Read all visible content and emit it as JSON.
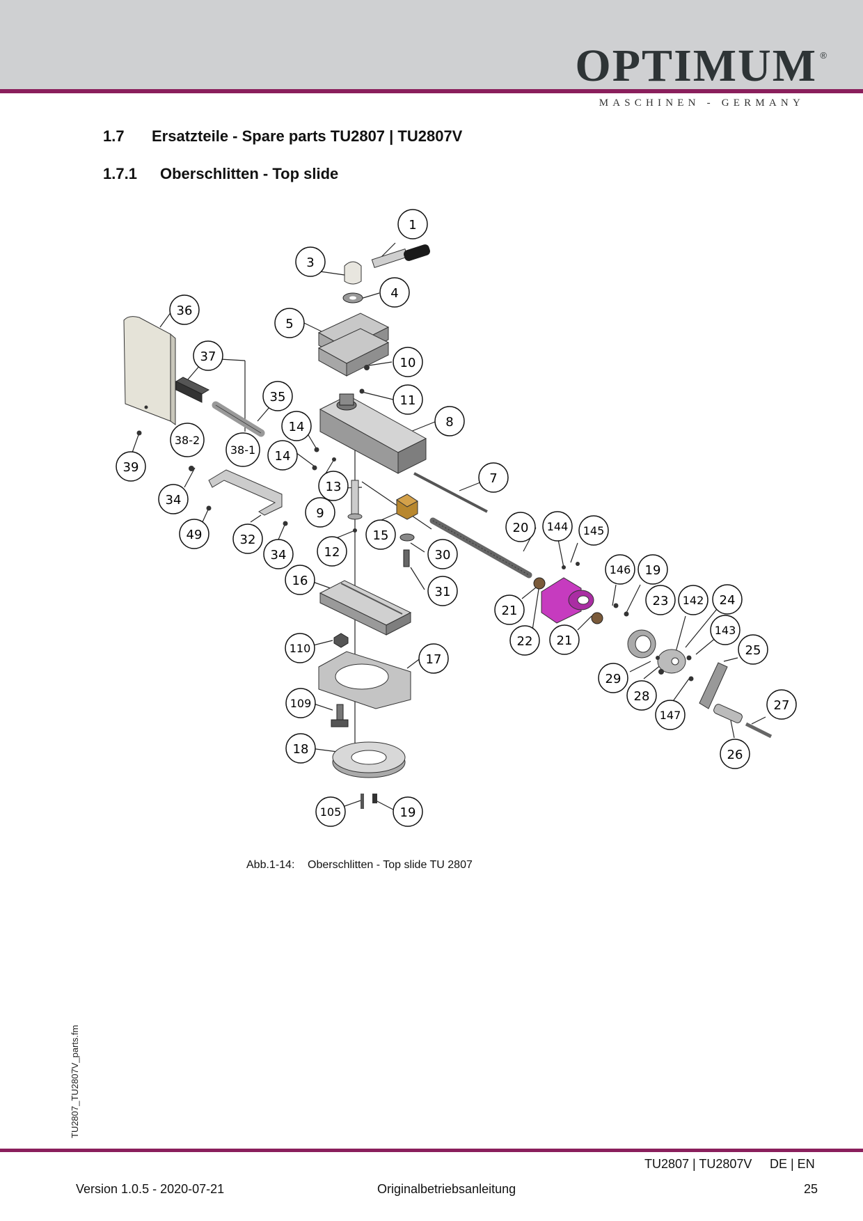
{
  "header": {
    "brand": "OPTIMUM",
    "brand_mark": "®",
    "tagline": "MASCHINEN - GERMANY",
    "accent_color": "#8a1f5c"
  },
  "section": {
    "number": "1.7",
    "title": "Ersatzteile - Spare parts TU2807 | TU2807V"
  },
  "subsection": {
    "number": "1.7.1",
    "title": "Oberschlitten - Top slide"
  },
  "figure": {
    "caption_label": "Abb.1-14:",
    "caption_text": "Oberschlitten - Top slide TU 2807",
    "part_labels": [
      "1",
      "3",
      "4",
      "36",
      "5",
      "37",
      "10",
      "35",
      "11",
      "8",
      "14",
      "38-2",
      "38-1",
      "14",
      "39",
      "7",
      "13",
      "34",
      "9",
      "20",
      "144",
      "145",
      "49",
      "32",
      "15",
      "34",
      "12",
      "30",
      "146",
      "19",
      "16",
      "31",
      "23",
      "142",
      "24",
      "21",
      "143",
      "22",
      "21",
      "25",
      "110",
      "17",
      "29",
      "28",
      "147",
      "27",
      "109",
      "26",
      "18",
      "105",
      "19"
    ]
  },
  "side_note": "TU2807_TU2807V_parts.fm",
  "footer": {
    "model": "TU2807 | TU2807V",
    "languages": "DE | EN",
    "version": "Version 1.0.5 - 2020-07-21",
    "doc_type": "Originalbetriebsanleitung",
    "page": "25"
  }
}
